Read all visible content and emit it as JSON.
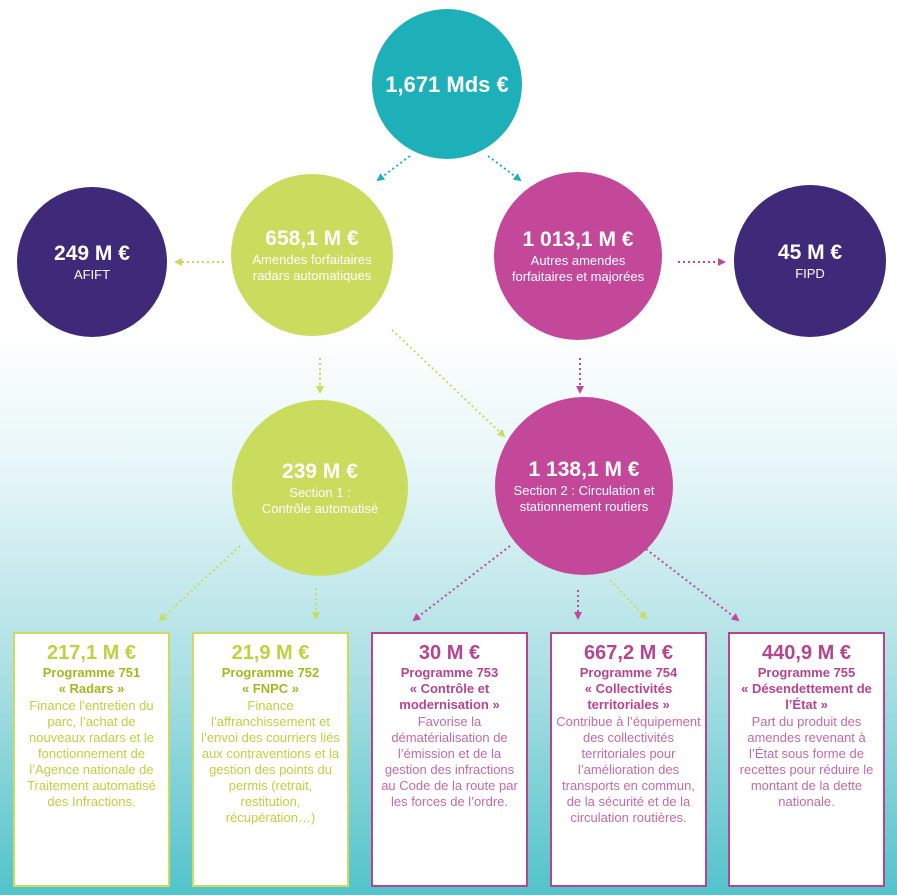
{
  "top": {
    "amount": "1,671 Mds €"
  },
  "afift": {
    "amount": "249 M €",
    "label": "AFIFT"
  },
  "radars": {
    "amount": "658,1 M €",
    "label": "Amendes forfaitaires radars automatiques"
  },
  "autres": {
    "amount": "1 013,1 M €",
    "label": "Autres amendes forfaitaires et majorées"
  },
  "fipd": {
    "amount": "45 M €",
    "label": "FIPD"
  },
  "section1": {
    "amount": "239 M €",
    "label_line1": "Section 1 :",
    "label_line2": "Contrôle automatisé"
  },
  "section2": {
    "amount": "1 138,1 M €",
    "label_line1": "Section 2 : Circulation et",
    "label_line2": "stationnement routiers"
  },
  "programmes": [
    {
      "amount": "217,1 M €",
      "program": "Programme 751",
      "name": "« Radars »",
      "description": "Finance l’entretien du parc, l’achat de nouveaux radars et le fonctionnement de l’Agence nationale de Traitement automatisé des Infractions."
    },
    {
      "amount": "21,9 M €",
      "program": "Programme 752",
      "name": "« FNPC »",
      "description": "Finance l’affranchissement et l’envoi des courriers liés aux contraventions et la gestion des points du permis (retrait, restitution, récupération…)"
    },
    {
      "amount": "30 M €",
      "program": "Programme 753",
      "name": "« Contrôle et modernisation »",
      "description": "Favorise la dématérialisation de l’émission et de la gestion des infractions au Code de la route par les forces de l’ordre."
    },
    {
      "amount": "667,2 M €",
      "program": "Programme 754",
      "name": "« Collectivités territoriales »",
      "description": "Contribue à l’équipement des collectivités territoriales pour l’amélioration des transports en commun, de la sécurité et de la circulation routières."
    },
    {
      "amount": "440,9 M €",
      "program": "Programme 755",
      "name": "« Désendettement de l’État »",
      "description": "Part du produit des amendes revenant à l’État sous forme de recettes pour réduire le montant de la dette nationale."
    }
  ],
  "colors": {
    "teal": "#1db0b9",
    "lime": "#cadc5e",
    "magenta": "#c4489a",
    "purple": "#3e2a78"
  }
}
